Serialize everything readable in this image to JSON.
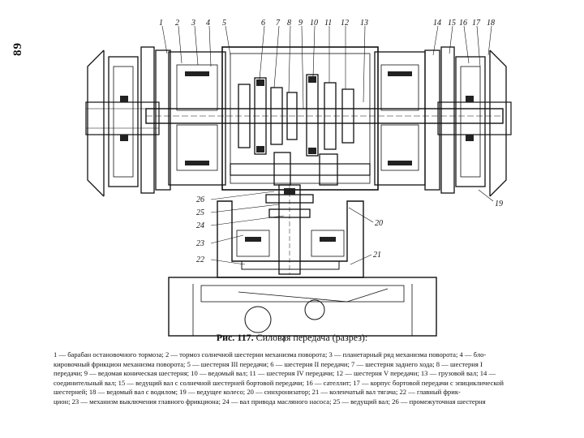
{
  "page_number": "89",
  "figure": {
    "callouts_top": [
      "1",
      "2",
      "3",
      "4",
      "5",
      "6",
      "7",
      "8",
      "9",
      "10",
      "11",
      "12",
      "13",
      "14",
      "15",
      "16",
      "17",
      "18"
    ],
    "callouts_left": [
      "26",
      "25",
      "24",
      "23",
      "22"
    ],
    "callouts_right": [
      "19",
      "20",
      "21"
    ]
  },
  "caption": {
    "label": "Рис. 117.",
    "title": "Силовая передача (разрез):"
  },
  "legend_lines": [
    "1 — барабан остановочного тормоза; 2 — тормоз солнечной шестерни механизма поворота; 3 — планетарный ряд механизма поворота; 4 — бло-",
    "кировочный фрикцион механизма поворота; 5 — шестерня III передачи; 6 — шестерня II передачи; 7 — шестерня заднего хода; 8 — шестерня I",
    "передачи; 9 — ведомая коническая шестерня; 10 — ведомый вал; 11 — шестерня IV передачи; 12 — шестерня V передачи; 13 — грузовой вал; 14 —",
    "соединительный вал; 15 — ведущий вал с солнечной шестерней бортовой передачи; 16 — сателлит; 17 — корпус бортовой передачи с эпициклической",
    "шестерней; 18 — ведомый вал с водилом; 19 — ведущее колесо; 20 — синхронизатор; 21 — коленчатый вал тягача; 22 — главный фрик-",
    "цион; 23 — механизм выключения главного фрикциона; 24 — вал привода масляного насоса; 25 — ведущий вал; 26 — промежуточная шестерня"
  ]
}
